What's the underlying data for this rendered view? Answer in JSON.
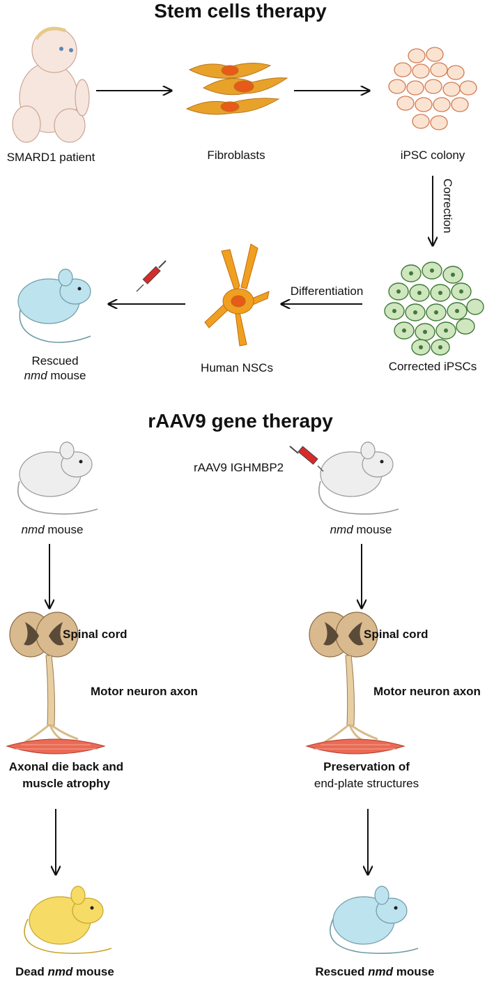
{
  "titles": {
    "stem": "Stem cells therapy",
    "gene": "rAAV9 gene therapy"
  },
  "stem": {
    "patient": "SMARD1 patient",
    "fibroblasts": "Fibroblasts",
    "ipsc_colony": "iPSC colony",
    "correction": "Correction",
    "corrected": "Corrected iPSCs",
    "differentiation": "Differentiation",
    "nscs": "Human NSCs",
    "rescued_1": "Rescued",
    "rescued_2_italic": "nmd",
    "rescued_2_rest": " mouse"
  },
  "gene": {
    "injection_label": "rAAV9 IGHMBP2",
    "left": {
      "mouse_italic": "nmd",
      "mouse_rest": " mouse",
      "spinal": "Spinal cord",
      "axon": "Motor neuron axon",
      "outcome_1": "Axonal die back and",
      "outcome_2": "muscle atrophy",
      "final_prefix": "Dead ",
      "final_italic": "nmd",
      "final_rest": " mouse"
    },
    "right": {
      "mouse_italic": "nmd",
      "mouse_rest": " mouse",
      "spinal": "Spinal cord",
      "axon": "Motor neuron axon",
      "outcome_1": "Preservation of",
      "outcome_2": "end-plate structures",
      "final_prefix": "Rescued ",
      "final_italic": "nmd",
      "final_rest": " mouse"
    }
  },
  "colors": {
    "skin": "#f7e6de",
    "fibroblast": "#e8a22a",
    "ipsc_fill": "#fbe3d2",
    "ipsc_stroke": "#d07a50",
    "corrected_fill": "#cfe6bf",
    "corrected_stroke": "#3f7a36",
    "nsc": "#f0a020",
    "mouse_blue": "#bde3ee",
    "mouse_grey": "#eeeeee",
    "mouse_yellow": "#f6db66",
    "spinal": "#d9b98e",
    "muscle": "#ea6a55"
  }
}
